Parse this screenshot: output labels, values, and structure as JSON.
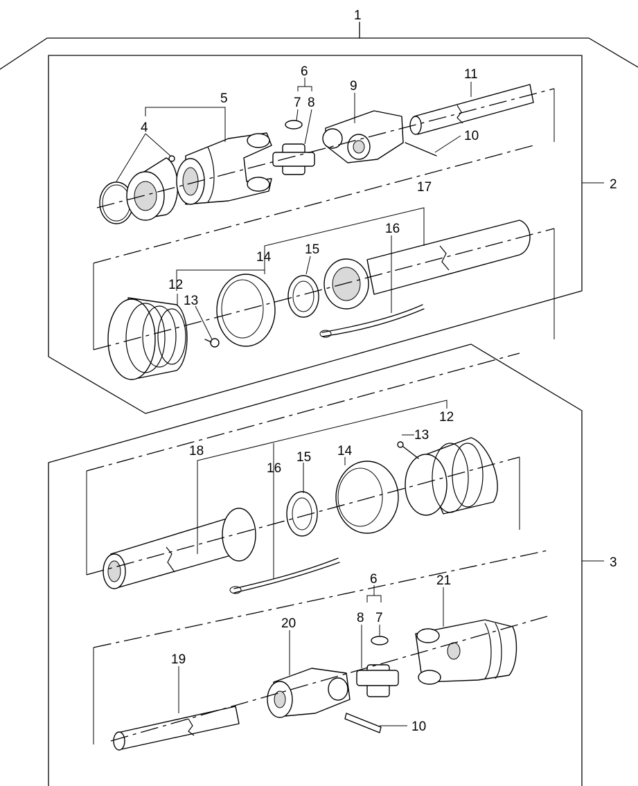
{
  "labels": {
    "l1": "1",
    "l2": "2",
    "l3": "3",
    "l4": "4",
    "l5": "5",
    "l6a": "6",
    "l7a": "7",
    "l8a": "8",
    "l9": "9",
    "l10a": "10",
    "l11": "11",
    "l12a": "12",
    "l13a": "13",
    "l14a": "14",
    "l15a": "15",
    "l16a": "16",
    "l17": "17",
    "l18": "18",
    "l16b": "16",
    "l15b": "15",
    "l14b": "14",
    "l13b": "13",
    "l12b": "12",
    "l6b": "6",
    "l8b": "8",
    "l7b": "7",
    "l21": "21",
    "l20": "20",
    "l19": "19",
    "l10b": "10"
  }
}
